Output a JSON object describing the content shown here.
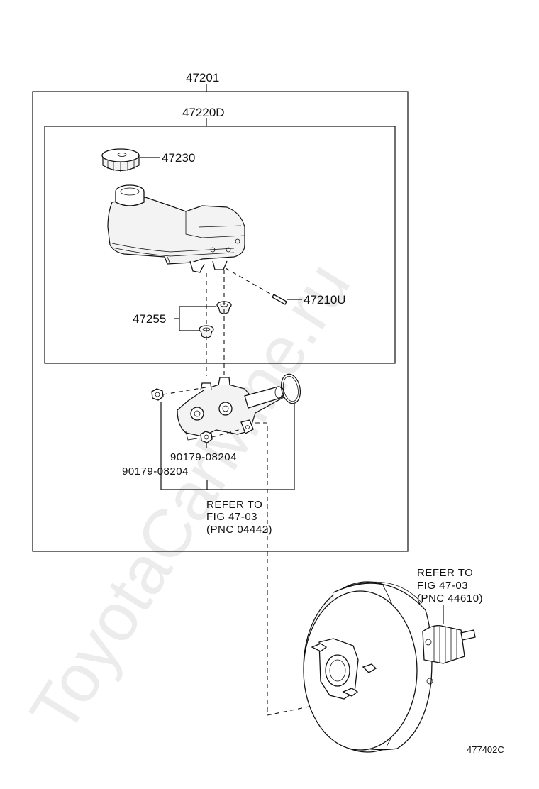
{
  "watermark": "ToyotaCarMine.ru",
  "labels": {
    "assembly": "47201",
    "reservoir_sub_assembly": "47220D",
    "cap": "47230",
    "pin": "47210U",
    "grommet": "47255",
    "nut_1": "90179-08204",
    "nut_2": "90179-08204",
    "diagram_code": "477402C"
  },
  "refer_left": {
    "line1": "REFER TO",
    "line2": "FIG 47-03",
    "line3": "(PNC 04442)"
  },
  "refer_right": {
    "line1": "REFER TO",
    "line2": "FIG 47-03",
    "line3": "(PNC 44610)"
  }
}
